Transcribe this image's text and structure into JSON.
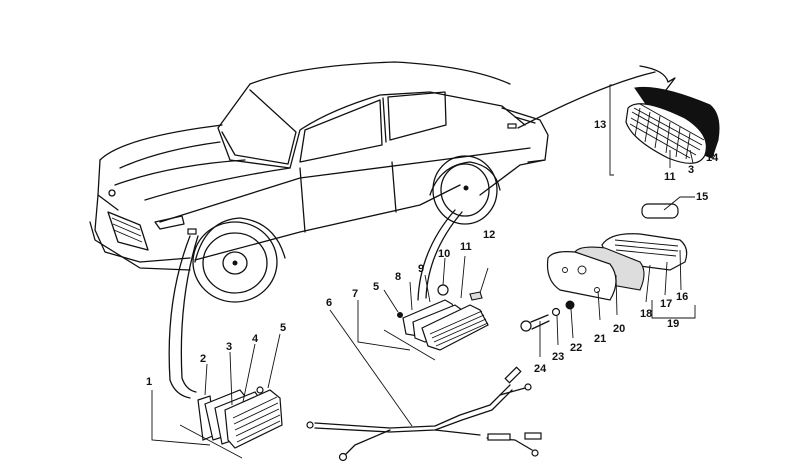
{
  "diagram": {
    "type": "exploded-parts-diagram",
    "subject": "Side marker / turn signal lights and wiring harness",
    "callouts": [
      {
        "id": "c1",
        "label": "1"
      },
      {
        "id": "c2",
        "label": "2"
      },
      {
        "id": "c3a",
        "label": "3"
      },
      {
        "id": "c4",
        "label": "4"
      },
      {
        "id": "c5a",
        "label": "5"
      },
      {
        "id": "c6",
        "label": "6"
      },
      {
        "id": "c7",
        "label": "7"
      },
      {
        "id": "c5b",
        "label": "5"
      },
      {
        "id": "c8",
        "label": "8"
      },
      {
        "id": "c9",
        "label": "9"
      },
      {
        "id": "c10",
        "label": "10"
      },
      {
        "id": "c11a",
        "label": "11"
      },
      {
        "id": "c12",
        "label": "12"
      },
      {
        "id": "c13",
        "label": "13"
      },
      {
        "id": "c11b",
        "label": "11"
      },
      {
        "id": "c3b",
        "label": "3"
      },
      {
        "id": "c14",
        "label": "14"
      },
      {
        "id": "c15",
        "label": "15"
      },
      {
        "id": "c16",
        "label": "16"
      },
      {
        "id": "c17",
        "label": "17"
      },
      {
        "id": "c18",
        "label": "18"
      },
      {
        "id": "c19",
        "label": "19"
      },
      {
        "id": "c20",
        "label": "20"
      },
      {
        "id": "c21",
        "label": "21"
      },
      {
        "id": "c22",
        "label": "22"
      },
      {
        "id": "c23",
        "label": "23"
      },
      {
        "id": "c24",
        "label": "24"
      }
    ]
  }
}
